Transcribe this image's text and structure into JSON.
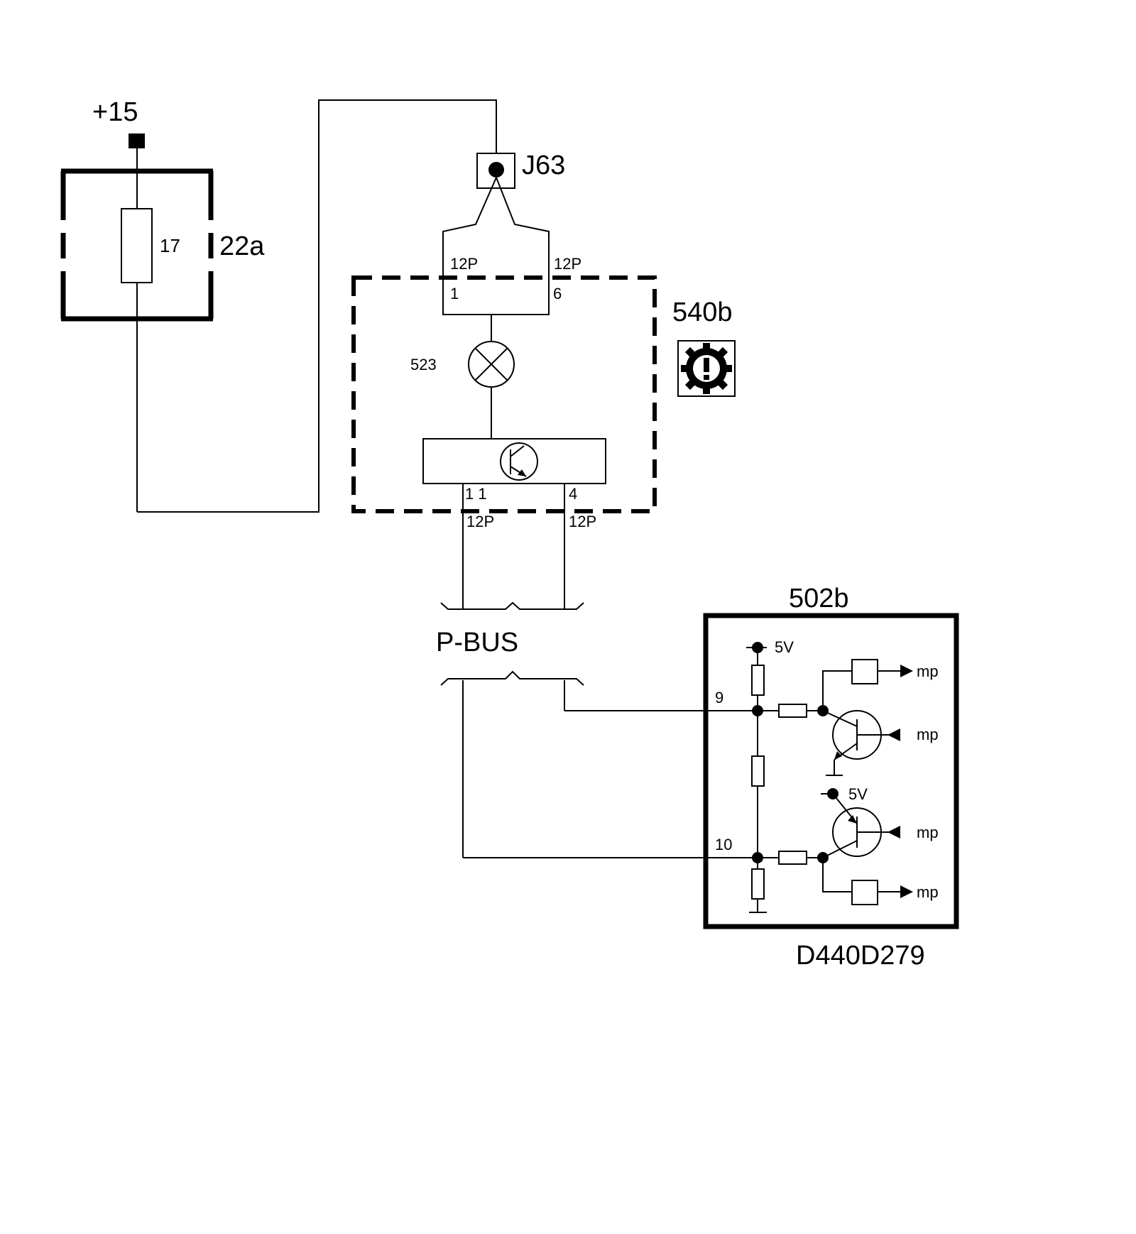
{
  "labels": {
    "supply": "+15",
    "fuse_box": "22a",
    "fuse": "17",
    "connector": "J63",
    "module": "540b",
    "bulb": "523",
    "ecu": "502b",
    "bus": "P-BUS",
    "drawing_number": "D440D279",
    "conn_12p": "12P",
    "pin_1": "1",
    "pin_6": "6",
    "pin_11": "1 1",
    "pin_4": "4",
    "pin_9": "9",
    "pin_10": "10",
    "v5": "5V",
    "mp": "mp"
  },
  "icons": {
    "warning": "gear-warning-icon"
  },
  "colors": {
    "ink": "#000000",
    "background": "#ffffff"
  }
}
